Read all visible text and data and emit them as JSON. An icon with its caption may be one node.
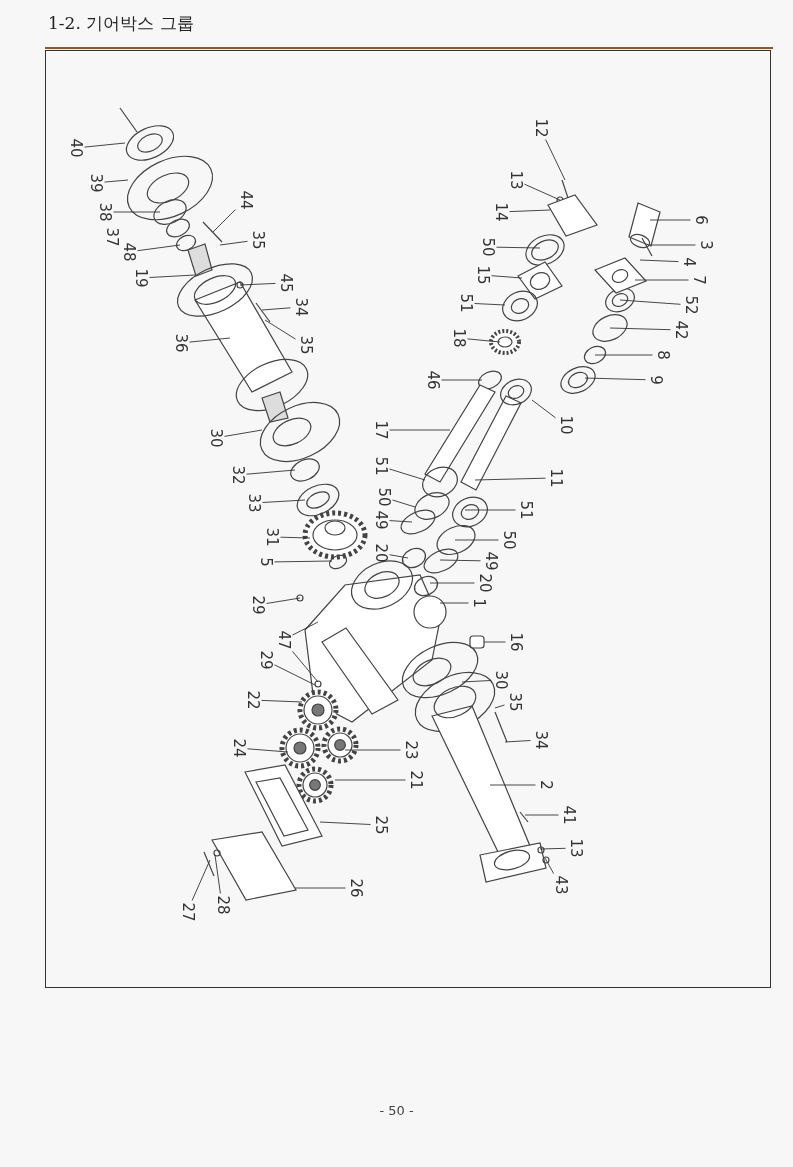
{
  "diagram": {
    "title": "1-2. 기어박스 그룹",
    "nodes": [
      {
        "text": [
          "40"
        ]
      },
      {
        "text": [
          "39"
        ]
      },
      {
        "text": [
          "38"
        ]
      },
      {
        "text": [
          "48"
        ]
      },
      {
        "text": [
          "19"
        ]
      },
      {
        "text": [
          "44"
        ]
      },
      {
        "text": [
          "35"
        ]
      },
      {
        "text": [
          "45"
        ]
      },
      {
        "text": [
          "34"
        ]
      },
      {
        "text": [
          "35"
        ]
      },
      {
        "text": [
          "36"
        ]
      },
      {
        "text": [
          "30"
        ]
      },
      {
        "text": [
          "32"
        ]
      },
      {
        "text": [
          "33"
        ]
      },
      {
        "text": [
          "31"
        ]
      },
      {
        "text": [
          "5"
        ]
      },
      {
        "text": [
          "49"
        ]
      },
      {
        "text": [
          "20"
        ]
      },
      {
        "text": [
          "29"
        ]
      },
      {
        "text": [
          "47"
        ]
      },
      {
        "text": [
          "29"
        ]
      },
      {
        "text": [
          "22"
        ]
      },
      {
        "text": [
          "24"
        ]
      },
      {
        "text": [
          "23"
        ]
      },
      {
        "text": [
          "21"
        ]
      },
      {
        "text": [
          "25"
        ]
      },
      {
        "text": [
          "26"
        ]
      },
      {
        "text": [
          "27"
        ]
      },
      {
        "text": [
          "28"
        ]
      },
      {
        "text": [
          "2"
        ]
      },
      {
        "text": [
          "41"
        ]
      },
      {
        "text": [
          "13"
        ]
      },
      {
        "text": [
          "43"
        ]
      },
      {
        "text": [
          "30"
        ]
      },
      {
        "text": [
          "35"
        ]
      },
      {
        "text": [
          "34"
        ]
      },
      {
        "text": [
          "16"
        ]
      },
      {
        "text": [
          "1"
        ]
      },
      {
        "text": [
          "20"
        ]
      },
      {
        "text": [
          "49"
        ]
      },
      {
        "text": [
          "50"
        ]
      },
      {
        "text": [
          "51"
        ]
      },
      {
        "text": [
          "11"
        ]
      },
      {
        "text": [
          "51"
        ]
      },
      {
        "text": [
          "50"
        ]
      },
      {
        "text": [
          "17"
        ]
      },
      {
        "text": [
          "46"
        ]
      },
      {
        "text": [
          "18"
        ]
      },
      {
        "text": [
          "10"
        ]
      },
      {
        "text": [
          "51"
        ]
      },
      {
        "text": [
          "15"
        ]
      },
      {
        "text": [
          "50"
        ]
      },
      {
        "text": [
          "14"
        ]
      },
      {
        "text": [
          "13"
        ]
      },
      {
        "text": [
          "12"
        ]
      },
      {
        "text": [
          "6"
        ]
      },
      {
        "text": [
          "3"
        ]
      },
      {
        "text": [
          "4"
        ]
      },
      {
        "text": [
          "7"
        ]
      },
      {
        "text": [
          "52"
        ]
      },
      {
        "text": [
          "42"
        ]
      },
      {
        "text": [
          "8"
        ]
      },
      {
        "text": [
          "9"
        ]
      }
    ],
    "edges": [
      {
        "from": 0,
        "to": null,
        "arrow": "none"
      },
      {
        "from": 1,
        "to": null,
        "arrow": "none"
      },
      {
        "from": 2,
        "to": null,
        "arrow": "none"
      },
      {
        "from": 3,
        "to": null,
        "arrow": "none"
      },
      {
        "from": 4,
        "to": null,
        "arrow": "none"
      },
      {
        "from": 5,
        "to": null,
        "arrow": "none"
      },
      {
        "from": 6,
        "to": null,
        "arrow": "none"
      },
      {
        "from": 7,
        "to": null,
        "arrow": "none"
      },
      {
        "from": 8,
        "to": null,
        "arrow": "none"
      },
      {
        "from": 9,
        "to": null,
        "arrow": "none"
      },
      {
        "from": 10,
        "to": null,
        "arrow": "none"
      },
      {
        "from": 11,
        "to": null,
        "arrow": "none"
      },
      {
        "from": 12,
        "to": null,
        "arrow": "none"
      },
      {
        "from": 13,
        "to": null,
        "arrow": "none"
      },
      {
        "from": 14,
        "to": null,
        "arrow": "none"
      },
      {
        "from": 15,
        "to": null,
        "arrow": "none"
      },
      {
        "from": 16,
        "to": null,
        "arrow": "none"
      },
      {
        "from": 17,
        "to": null,
        "arrow": "none"
      },
      {
        "from": 18,
        "to": null,
        "arrow": "none"
      },
      {
        "from": 19,
        "to": null,
        "arrow": "none"
      },
      {
        "from": 19,
        "to": null,
        "arrow": "none"
      },
      {
        "from": 20,
        "to": null,
        "arrow": "none"
      },
      {
        "from": 21,
        "to": null,
        "arrow": "none"
      },
      {
        "from": 22,
        "to": null,
        "arrow": "none"
      },
      {
        "from": 23,
        "to": null,
        "arrow": "none"
      },
      {
        "from": 24,
        "to": null,
        "arrow": "none"
      },
      {
        "from": 25,
        "to": null,
        "arrow": "none"
      },
      {
        "from": 26,
        "to": null,
        "arrow": "none"
      },
      {
        "from": 27,
        "to": null,
        "arrow": "none"
      },
      {
        "from": 28,
        "to": null,
        "arrow": "none"
      },
      {
        "from": 29,
        "to": null,
        "arrow": "none"
      },
      {
        "from": 30,
        "to": null,
        "arrow": "none"
      },
      {
        "from": 31,
        "to": null,
        "arrow": "none"
      },
      {
        "from": 32,
        "to": null,
        "arrow": "none"
      },
      {
        "from": 33,
        "to": null,
        "arrow": "none"
      },
      {
        "from": 34,
        "to": null,
        "arrow": "none"
      },
      {
        "from": 35,
        "to": null,
        "arrow": "none"
      },
      {
        "from": 36,
        "to": null,
        "arrow": "none"
      },
      {
        "from": 37,
        "to": null,
        "arrow": "none"
      },
      {
        "from": 38,
        "to": null,
        "arrow": "none"
      },
      {
        "from": 39,
        "to": null,
        "arrow": "none"
      },
      {
        "from": 40,
        "to": null,
        "arrow": "none"
      },
      {
        "from": 41,
        "to": null,
        "arrow": "none"
      },
      {
        "from": 42,
        "to": null,
        "arrow": "none"
      },
      {
        "from": 43,
        "to": null,
        "arrow": "none"
      },
      {
        "from": 44,
        "to": null,
        "arrow": "none"
      },
      {
        "from": 45,
        "to": null,
        "arrow": "none"
      },
      {
        "from": 46,
        "to": null,
        "arrow": "none"
      },
      {
        "from": 47,
        "to": null,
        "arrow": "none"
      },
      {
        "from": 48,
        "to": null,
        "arrow": "none"
      },
      {
        "from": 49,
        "to": null,
        "arrow": "none"
      },
      {
        "from": 50,
        "to": null,
        "arrow": "none"
      },
      {
        "from": 51,
        "to": null,
        "arrow": "none"
      },
      {
        "from": 52,
        "to": null,
        "arrow": "none"
      },
      {
        "from": 53,
        "to": null,
        "arrow": "none"
      },
      {
        "from": 54,
        "to": null,
        "arrow": "none"
      },
      {
        "from": 55,
        "to": null,
        "arrow": "none"
      },
      {
        "from": 56,
        "to": null,
        "arrow": "none"
      },
      {
        "from": 57,
        "to": null,
        "arrow": "none"
      },
      {
        "from": 58,
        "to": null,
        "arrow": "none"
      },
      {
        "from": 59,
        "to": null,
        "arrow": "none"
      },
      {
        "from": 60,
        "to": null,
        "arrow": "none"
      },
      {
        "from": 61,
        "to": null,
        "arrow": "none"
      },
      {
        "from": 62,
        "to": null,
        "arrow": "none"
      }
    ],
    "labels": [
      "37",
      "- 50 -"
    ]
  }
}
